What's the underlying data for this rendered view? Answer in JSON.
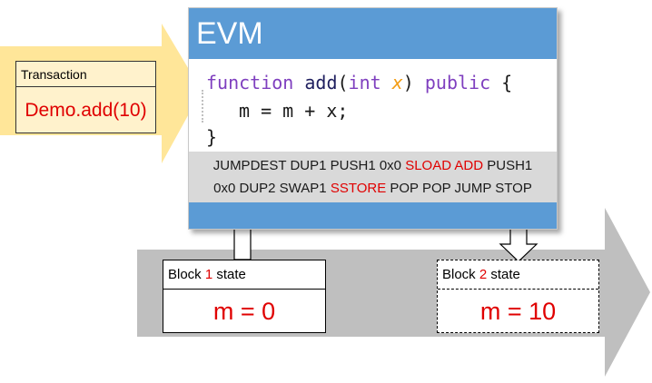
{
  "evm": {
    "title": "EVM",
    "code": {
      "line1": {
        "kw1": "function",
        "fn": "add",
        "p_open": "(",
        "type": "int",
        "param": "x",
        "p_close": ")",
        "kw2": "public",
        "brace": "{"
      },
      "line2": "m = m + x;",
      "line3": "}"
    },
    "bytecode": {
      "line1": {
        "a": "JUMPDEST DUP1 PUSH1 0x0 ",
        "b": "SLOAD ADD",
        "c": " PUSH1"
      },
      "line2": {
        "a": "0x0 DUP2 SWAP1 ",
        "b": "SSTORE",
        "c": " POP POP JUMP STOP"
      }
    }
  },
  "transaction": {
    "label": "Transaction",
    "call": "Demo.add(10)"
  },
  "state_before": {
    "label_pre": "Block ",
    "block_number": "1",
    "label_post": " state",
    "value": "m = 0"
  },
  "state_after": {
    "label_pre": "Block ",
    "block_number": "2",
    "label_post": " state",
    "value": "m = 10"
  },
  "colors": {
    "evm_blue": "#5b9bd5",
    "arrow_yellow": "#ffe699",
    "timeline_grey": "#bfbfbf",
    "highlight_red": "#e00000",
    "transaction_fill": "#fff2cc"
  }
}
